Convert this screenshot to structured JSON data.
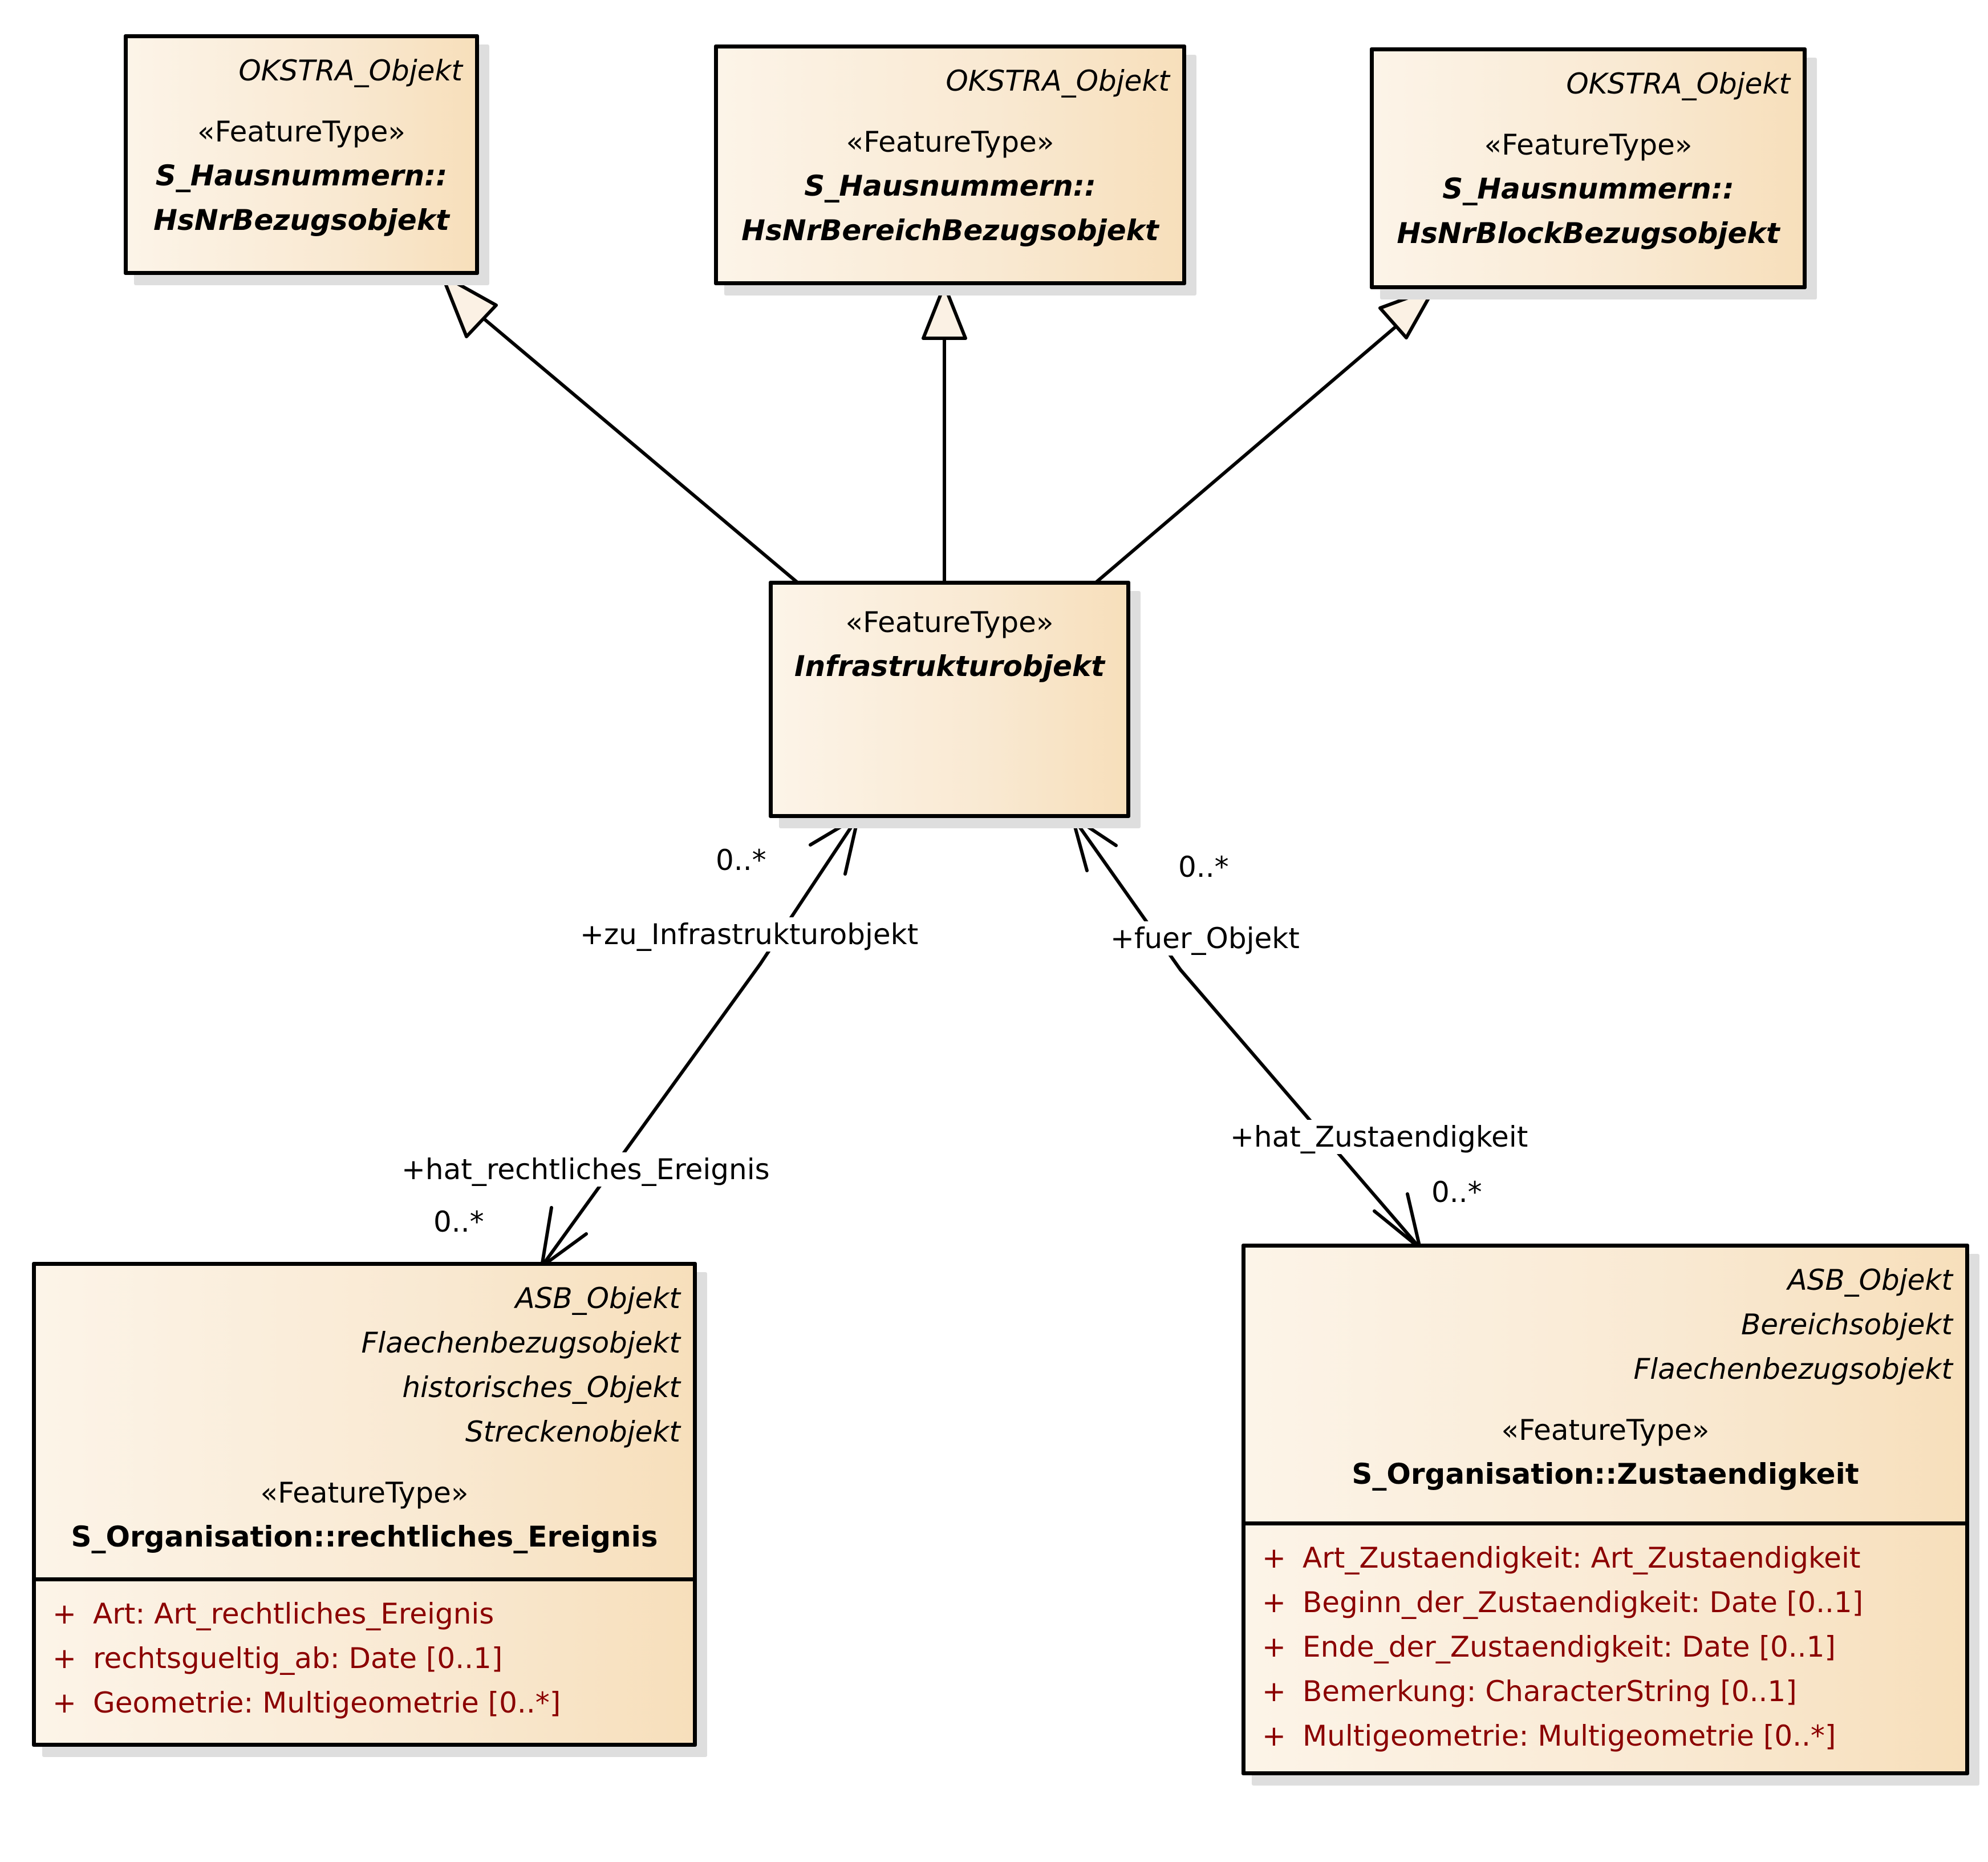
{
  "classes": {
    "hsnr_bezugsobjekt": {
      "tagged_values": [
        "OKSTRA_Objekt"
      ],
      "stereotype": "«FeatureType»",
      "name_line1": "S_Hausnummern::",
      "name_line2": "HsNrBezugsobjekt"
    },
    "hsnr_bereich_bezugsobjekt": {
      "tagged_values": [
        "OKSTRA_Objekt"
      ],
      "stereotype": "«FeatureType»",
      "name_line1": "S_Hausnummern::",
      "name_line2": "HsNrBereichBezugsobjekt"
    },
    "hsnr_block_bezugsobjekt": {
      "tagged_values": [
        "OKSTRA_Objekt"
      ],
      "stereotype": "«FeatureType»",
      "name_line1": "S_Hausnummern::",
      "name_line2": "HsNrBlockBezugsobjekt"
    },
    "infrastrukturobjekt": {
      "stereotype": "«FeatureType»",
      "name": "Infrastrukturobjekt"
    },
    "rechtliches_ereignis": {
      "tagged_values": [
        "ASB_Objekt",
        "Flaechenbezugsobjekt",
        "historisches_Objekt",
        "Streckenobjekt"
      ],
      "stereotype": "«FeatureType»",
      "name": "S_Organisation::rechtliches_Ereignis",
      "attributes": [
        {
          "visibility": "+",
          "text": "Art: Art_rechtliches_Ereignis"
        },
        {
          "visibility": "+",
          "text": "rechtsgueltig_ab: Date [0..1]"
        },
        {
          "visibility": "+",
          "text": "Geometrie: Multigeometrie [0..*]"
        }
      ]
    },
    "zustaendigkeit": {
      "tagged_values": [
        "ASB_Objekt",
        "Bereichsobjekt",
        "Flaechenbezugsobjekt"
      ],
      "stereotype": "«FeatureType»",
      "name": "S_Organisation::Zustaendigkeit",
      "attributes": [
        {
          "visibility": "+",
          "text": "Art_Zustaendigkeit: Art_Zustaendigkeit"
        },
        {
          "visibility": "+",
          "text": "Beginn_der_Zustaendigkeit: Date [0..1]"
        },
        {
          "visibility": "+",
          "text": "Ende_der_Zustaendigkeit: Date [0..1]"
        },
        {
          "visibility": "+",
          "text": "Bemerkung: CharacterString [0..1]"
        },
        {
          "visibility": "+",
          "text": "Multigeometrie: Multigeometrie [0..*]"
        }
      ]
    }
  },
  "associations": {
    "rechtliches_ereignis": {
      "source_role": "+zu_Infrastrukturobjekt",
      "source_multiplicity": "0..*",
      "target_role": "+hat_rechtliches_Ereignis",
      "target_multiplicity": "0..*"
    },
    "zustaendigkeit": {
      "source_role": "+fuer_Objekt",
      "source_multiplicity": "0..*",
      "target_role": "+hat_Zustaendigkeit",
      "target_multiplicity": "0..*"
    }
  },
  "generalizations": [
    {
      "from": "Infrastrukturobjekt",
      "to": "HsNrBezugsobjekt"
    },
    {
      "from": "Infrastrukturobjekt",
      "to": "HsNrBereichBezugsobjekt"
    },
    {
      "from": "Infrastrukturobjekt",
      "to": "HsNrBlockBezugsobjekt"
    }
  ],
  "colors": {
    "attribute_text": "#8b0000",
    "class_fill_left": "#fcf4e8",
    "class_fill_right": "#f7dfbb",
    "shadow": "#dedede",
    "line": "#000000"
  }
}
